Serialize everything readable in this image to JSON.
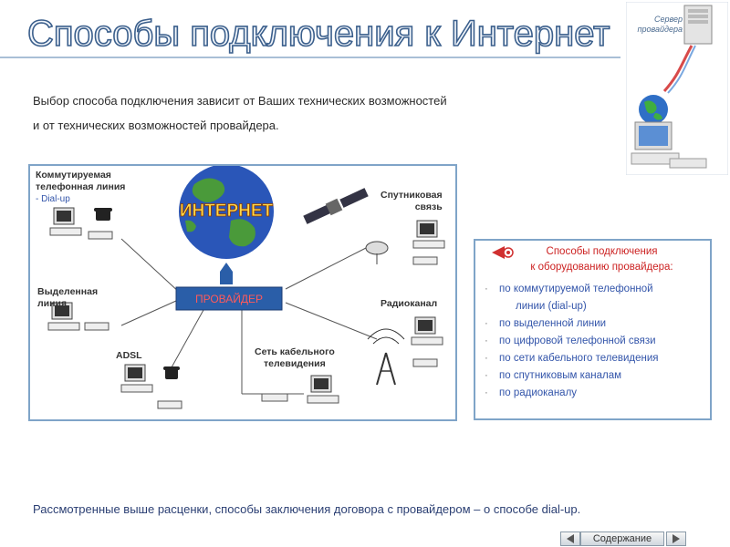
{
  "title": "Способы подключения к Интернет",
  "server": {
    "label": "Сервер провайдера"
  },
  "intro": {
    "line1": "Выбор способа подключения зависит от Ваших технических возможностей",
    "line2": "и от технических возможностей провайдера."
  },
  "diagram": {
    "internet_label": "ИНТЕРНЕТ",
    "provider_label": "ПРОВАЙДЕР",
    "dialup": {
      "label_line1": "Коммутируемая",
      "label_line2": "телефонная линия",
      "sub": "- Dial-up"
    },
    "leased": {
      "label_line1": "Выделенная",
      "label_line2": "линия"
    },
    "adsl": {
      "label": "ADSL"
    },
    "cable": {
      "label_line1": "Сеть кабельного",
      "label_line2": "телевидения"
    },
    "radio": {
      "label": "Радиоканал"
    },
    "satellite": {
      "label_line1": "Спутниковая",
      "label_line2": "связь"
    }
  },
  "side": {
    "heading_line1": "Способы подключения",
    "heading_line2": "к оборудованию провайдера:",
    "items": [
      "по коммутируемой телефонной",
      "линии (dial-up)",
      "по выделенной линии",
      "по цифровой телефонной связи",
      "по сети кабельного телевидения",
      "по спутниковым каналам",
      "по радиоканалу"
    ]
  },
  "footer": "Рассмотренные выше расценки, способы заключения договора с провайдером – о способе dial-up.",
  "nav": {
    "contents_label": "Содержание"
  },
  "colors": {
    "accent": "#3b6fb6",
    "border": "#7fa4c8",
    "provider": "#2a5ea8",
    "title_fill": "#f2f6fb"
  }
}
